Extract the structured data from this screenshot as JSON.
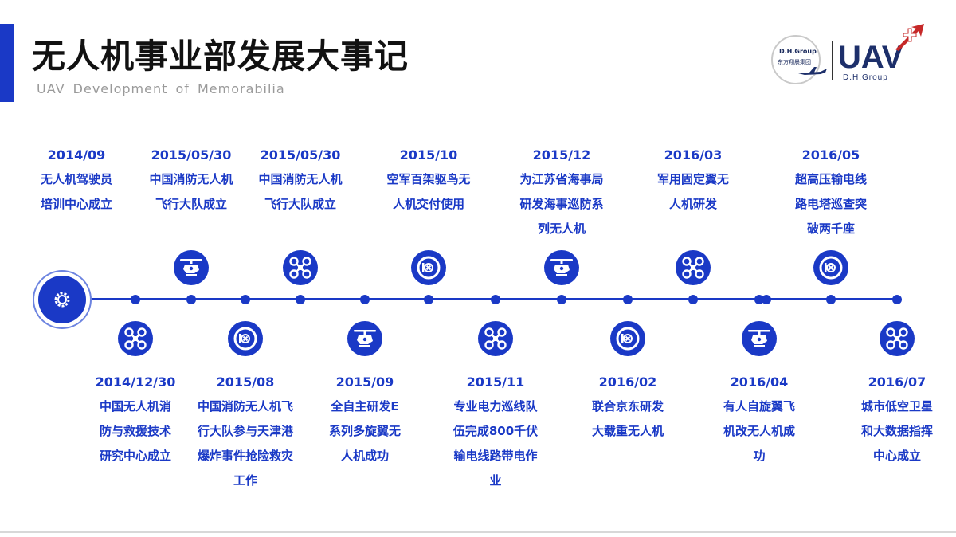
{
  "header": {
    "title": "无人机事业部发展大事记",
    "subtitle": "UAV Development of Memorabilia"
  },
  "logo": {
    "group_name": "D.H.Group",
    "group_name_cn": "东方翔晨集团",
    "brand": "UAV",
    "brand_sub": "D.H.Group"
  },
  "colors": {
    "accent": "#1a39c6",
    "title": "#111111",
    "subtitle": "#9a9a9a",
    "logo_red": "#c62828"
  },
  "timeline": {
    "top_events": [
      {
        "date": "2014/09",
        "lines": [
          "无人机驾驶员",
          "培训中心成立"
        ],
        "icon": "none"
      },
      {
        "date": "2015/05/30",
        "lines": [
          "中国消防无人机",
          "飞行大队成立"
        ],
        "icon": "helicopter-drone-icon"
      },
      {
        "date": "2015/05/30",
        "lines": [
          "中国消防无人机",
          "飞行大队成立"
        ],
        "icon": "quadcopter-icon"
      },
      {
        "date": "2015/10",
        "lines": [
          "空军百架驱鸟无",
          "人机交付使用"
        ],
        "icon": "fixed-wing-icon"
      },
      {
        "date": "2015/12",
        "lines": [
          "为江苏省海事局",
          "研发海事巡防系",
          "列无人机"
        ],
        "icon": "helicopter-drone-icon"
      },
      {
        "date": "2016/03",
        "lines": [
          "军用固定翼无",
          "人机研发"
        ],
        "icon": "quadcopter-icon"
      },
      {
        "date": "2016/05",
        "lines": [
          "超高压输电线",
          "路电塔巡查突",
          "破两千座"
        ],
        "icon": "fixed-wing-icon"
      }
    ],
    "bottom_events": [
      {
        "date": "2014/12/30",
        "lines": [
          "中国无人机消",
          "防与救援技术",
          "研究中心成立"
        ],
        "icon": "quadcopter-icon"
      },
      {
        "date": "2015/08",
        "lines": [
          "中国消防无人机飞",
          "行大队参与天津港",
          "爆炸事件抢险救灾",
          "工作"
        ],
        "icon": "fixed-wing-icon"
      },
      {
        "date": "2015/09",
        "lines": [
          "全自主研发E",
          "系列多旋翼无",
          "人机成功"
        ],
        "icon": "helicopter-drone-icon"
      },
      {
        "date": "2015/11",
        "lines": [
          "专业电力巡线队",
          "伍完成800千伏",
          "输电线路带电作",
          "业"
        ],
        "icon": "quadcopter-icon"
      },
      {
        "date": "2016/02",
        "lines": [
          "联合京东研发",
          "大载重无人机"
        ],
        "icon": "fixed-wing-icon"
      },
      {
        "date": "2016/04",
        "lines": [
          "有人自旋翼飞",
          "机改无人机成",
          "功"
        ],
        "icon": "helicopter-drone-icon"
      },
      {
        "date": "2016/07",
        "lines": [
          "城市低空卫星",
          "和大数据指挥",
          "中心成立"
        ],
        "icon": "quadcopter-icon"
      }
    ]
  }
}
